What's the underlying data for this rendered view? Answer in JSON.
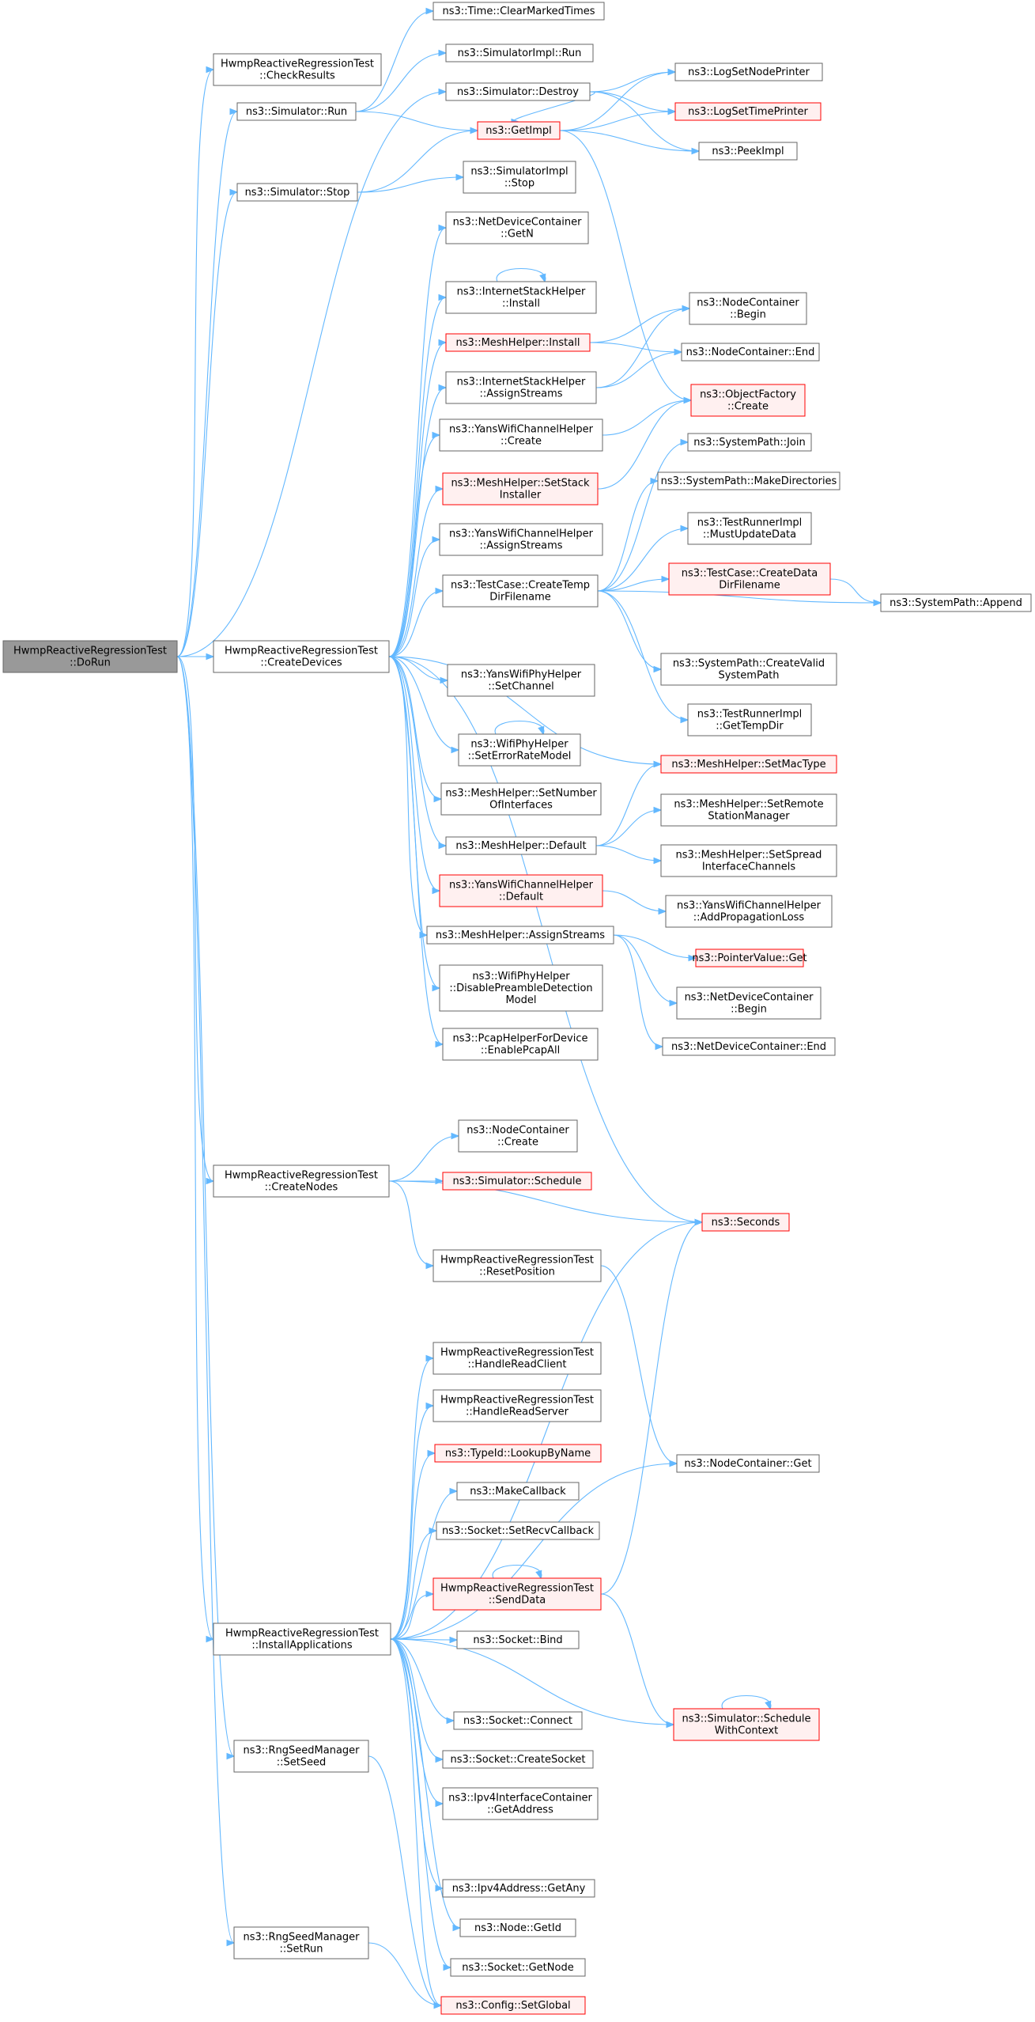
{
  "nodes": [
    {
      "id": "root",
      "lines": [
        "HwmpReactiveRegressionTest",
        "::DoRun"
      ],
      "style": "root"
    },
    {
      "id": "checkresults",
      "lines": [
        "HwmpReactiveRegressionTest",
        "::CheckResults"
      ],
      "style": "normal"
    },
    {
      "id": "simrun",
      "lines": [
        "ns3::Simulator::Run"
      ],
      "style": "normal"
    },
    {
      "id": "simstop",
      "lines": [
        "ns3::Simulator::Stop"
      ],
      "style": "normal"
    },
    {
      "id": "createdevices",
      "lines": [
        "HwmpReactiveRegressionTest",
        "::CreateDevices"
      ],
      "style": "normal"
    },
    {
      "id": "createnodes",
      "lines": [
        "HwmpReactiveRegressionTest",
        "::CreateNodes"
      ],
      "style": "normal"
    },
    {
      "id": "installapps",
      "lines": [
        "HwmpReactiveRegressionTest",
        "::InstallApplications"
      ],
      "style": "normal"
    },
    {
      "id": "setseed",
      "lines": [
        "ns3::RngSeedManager",
        "::SetSeed"
      ],
      "style": "normal"
    },
    {
      "id": "setrun",
      "lines": [
        "ns3::RngSeedManager",
        "::SetRun"
      ],
      "style": "normal"
    },
    {
      "id": "clearmarked",
      "lines": [
        "ns3::Time::ClearMarkedTimes"
      ],
      "style": "normal"
    },
    {
      "id": "simimplrun",
      "lines": [
        "ns3::SimulatorImpl::Run"
      ],
      "style": "normal"
    },
    {
      "id": "simdestroy",
      "lines": [
        "ns3::Simulator::Destroy"
      ],
      "style": "normal"
    },
    {
      "id": "getimpl",
      "lines": [
        "ns3::GetImpl"
      ],
      "style": "red"
    },
    {
      "id": "simimplstop",
      "lines": [
        "ns3::SimulatorImpl",
        "::Stop"
      ],
      "style": "normal"
    },
    {
      "id": "logsetnode",
      "lines": [
        "ns3::LogSetNodePrinter"
      ],
      "style": "normal"
    },
    {
      "id": "logsettime",
      "lines": [
        "ns3::LogSetTimePrinter"
      ],
      "style": "red"
    },
    {
      "id": "peekimpl",
      "lines": [
        "ns3::PeekImpl"
      ],
      "style": "normal"
    },
    {
      "id": "ndcgetn",
      "lines": [
        "ns3::NetDeviceContainer",
        "::GetN"
      ],
      "style": "normal"
    },
    {
      "id": "ishinstall",
      "lines": [
        "ns3::InternetStackHelper",
        "::Install"
      ],
      "style": "normal"
    },
    {
      "id": "meshinstall",
      "lines": [
        "ns3::MeshHelper::Install"
      ],
      "style": "red"
    },
    {
      "id": "ishassign",
      "lines": [
        "ns3::InternetStackHelper",
        "::AssignStreams"
      ],
      "style": "normal"
    },
    {
      "id": "ywchcreate",
      "lines": [
        "ns3::YansWifiChannelHelper",
        "::Create"
      ],
      "style": "normal"
    },
    {
      "id": "meshsetstack",
      "lines": [
        "ns3::MeshHelper::SetStack",
        "Installer"
      ],
      "style": "red"
    },
    {
      "id": "ywchassign",
      "lines": [
        "ns3::YansWifiChannelHelper",
        "::AssignStreams"
      ],
      "style": "normal"
    },
    {
      "id": "createtemp",
      "lines": [
        "ns3::TestCase::CreateTemp",
        "DirFilename"
      ],
      "style": "normal"
    },
    {
      "id": "ywphsetchannel",
      "lines": [
        "ns3::YansWifiPhyHelper",
        "::SetChannel"
      ],
      "style": "normal"
    },
    {
      "id": "wphseterror",
      "lines": [
        "ns3::WifiPhyHelper",
        "::SetErrorRateModel"
      ],
      "style": "normal"
    },
    {
      "id": "meshsetnumber",
      "lines": [
        "ns3::MeshHelper::SetNumber",
        "OfInterfaces"
      ],
      "style": "normal"
    },
    {
      "id": "meshdefault",
      "lines": [
        "ns3::MeshHelper::Default"
      ],
      "style": "normal"
    },
    {
      "id": "ywchdefault",
      "lines": [
        "ns3::YansWifiChannelHelper",
        "::Default"
      ],
      "style": "red"
    },
    {
      "id": "meshassign",
      "lines": [
        "ns3::MeshHelper::AssignStreams"
      ],
      "style": "normal"
    },
    {
      "id": "wphdisable",
      "lines": [
        "ns3::WifiPhyHelper",
        "::DisablePreambleDetection",
        "Model"
      ],
      "style": "normal"
    },
    {
      "id": "pcapenable",
      "lines": [
        "ns3::PcapHelperForDevice",
        "::EnablePcapAll"
      ],
      "style": "normal"
    },
    {
      "id": "ncbegin",
      "lines": [
        "ns3::NodeContainer",
        "::Begin"
      ],
      "style": "normal"
    },
    {
      "id": "ncend",
      "lines": [
        "ns3::NodeContainer::End"
      ],
      "style": "normal"
    },
    {
      "id": "objfactory",
      "lines": [
        "ns3::ObjectFactory",
        "::Create"
      ],
      "style": "red"
    },
    {
      "id": "spjoin",
      "lines": [
        "ns3::SystemPath::Join"
      ],
      "style": "normal"
    },
    {
      "id": "spmakedirs",
      "lines": [
        "ns3::SystemPath::MakeDirectories"
      ],
      "style": "normal"
    },
    {
      "id": "trmustupdate",
      "lines": [
        "ns3::TestRunnerImpl",
        "::MustUpdateData"
      ],
      "style": "normal"
    },
    {
      "id": "tccreatedata",
      "lines": [
        "ns3::TestCase::CreateData",
        "DirFilename"
      ],
      "style": "red"
    },
    {
      "id": "spappend",
      "lines": [
        "ns3::SystemPath::Append"
      ],
      "style": "normal"
    },
    {
      "id": "spcreatevalid",
      "lines": [
        "ns3::SystemPath::CreateValid",
        "SystemPath"
      ],
      "style": "normal"
    },
    {
      "id": "trgettemp",
      "lines": [
        "ns3::TestRunnerImpl",
        "::GetTempDir"
      ],
      "style": "normal"
    },
    {
      "id": "meshsetmac",
      "lines": [
        "ns3::MeshHelper::SetMacType"
      ],
      "style": "red"
    },
    {
      "id": "meshsetremote",
      "lines": [
        "ns3::MeshHelper::SetRemote",
        "StationManager"
      ],
      "style": "normal"
    },
    {
      "id": "meshsetspread",
      "lines": [
        "ns3::MeshHelper::SetSpread",
        "InterfaceChannels"
      ],
      "style": "normal"
    },
    {
      "id": "ywchaddprop",
      "lines": [
        "ns3::YansWifiChannelHelper",
        "::AddPropagationLoss"
      ],
      "style": "normal"
    },
    {
      "id": "pointerget",
      "lines": [
        "ns3::PointerValue::Get"
      ],
      "style": "red"
    },
    {
      "id": "ndcbegin",
      "lines": [
        "ns3::NetDeviceContainer",
        "::Begin"
      ],
      "style": "normal"
    },
    {
      "id": "ndcend",
      "lines": [
        "ns3::NetDeviceContainer::End"
      ],
      "style": "normal"
    },
    {
      "id": "nccreate",
      "lines": [
        "ns3::NodeContainer",
        "::Create"
      ],
      "style": "normal"
    },
    {
      "id": "simschedule",
      "lines": [
        "ns3::Simulator::Schedule"
      ],
      "style": "red"
    },
    {
      "id": "seconds",
      "lines": [
        "ns3::Seconds"
      ],
      "style": "red"
    },
    {
      "id": "resetposition",
      "lines": [
        "HwmpReactiveRegressionTest",
        "::ResetPosition"
      ],
      "style": "normal"
    },
    {
      "id": "handleclient",
      "lines": [
        "HwmpReactiveRegressionTest",
        "::HandleReadClient"
      ],
      "style": "normal"
    },
    {
      "id": "handleserver",
      "lines": [
        "HwmpReactiveRegressionTest",
        "::HandleReadServer"
      ],
      "style": "normal"
    },
    {
      "id": "lookupbyname",
      "lines": [
        "ns3::TypeId::LookupByName"
      ],
      "style": "red"
    },
    {
      "id": "makecallback",
      "lines": [
        "ns3::MakeCallback"
      ],
      "style": "normal"
    },
    {
      "id": "setrecv",
      "lines": [
        "ns3::Socket::SetRecvCallback"
      ],
      "style": "normal"
    },
    {
      "id": "senddata",
      "lines": [
        "HwmpReactiveRegressionTest",
        "::SendData"
      ],
      "style": "red"
    },
    {
      "id": "socketbind",
      "lines": [
        "ns3::Socket::Bind"
      ],
      "style": "normal"
    },
    {
      "id": "socketconnect",
      "lines": [
        "ns3::Socket::Connect"
      ],
      "style": "normal"
    },
    {
      "id": "socketcreate",
      "lines": [
        "ns3::Socket::CreateSocket"
      ],
      "style": "normal"
    },
    {
      "id": "ipv4getaddr",
      "lines": [
        "ns3::Ipv4InterfaceContainer",
        "::GetAddress"
      ],
      "style": "normal"
    },
    {
      "id": "ipv4getany",
      "lines": [
        "ns3::Ipv4Address::GetAny"
      ],
      "style": "normal"
    },
    {
      "id": "nodegetid",
      "lines": [
        "ns3::Node::GetId"
      ],
      "style": "normal"
    },
    {
      "id": "socketgetnode",
      "lines": [
        "ns3::Socket::GetNode"
      ],
      "style": "normal"
    },
    {
      "id": "ncget",
      "lines": [
        "ns3::NodeContainer::Get"
      ],
      "style": "normal"
    },
    {
      "id": "schedwithctx",
      "lines": [
        "ns3::Simulator::Schedule",
        "WithContext"
      ],
      "style": "red"
    },
    {
      "id": "configsetglobal",
      "lines": [
        "ns3::Config::SetGlobal"
      ],
      "style": "red"
    }
  ],
  "edges": [
    [
      "root",
      "checkresults"
    ],
    [
      "root",
      "simrun"
    ],
    [
      "root",
      "simdestroy"
    ],
    [
      "root",
      "simstop"
    ],
    [
      "root",
      "createdevices"
    ],
    [
      "root",
      "createnodes"
    ],
    [
      "root",
      "installapps"
    ],
    [
      "root",
      "setseed"
    ],
    [
      "root",
      "setrun"
    ],
    [
      "simrun",
      "clearmarked"
    ],
    [
      "simrun",
      "simimplrun"
    ],
    [
      "simrun",
      "getimpl"
    ],
    [
      "simdestroy",
      "logsetnode"
    ],
    [
      "simdestroy",
      "logsettime"
    ],
    [
      "simdestroy",
      "getimpl"
    ],
    [
      "simdestroy",
      "peekimpl"
    ],
    [
      "getimpl",
      "logsetnode"
    ],
    [
      "getimpl",
      "logsettime"
    ],
    [
      "getimpl",
      "peekimpl"
    ],
    [
      "getimpl",
      "objfactory"
    ],
    [
      "simstop",
      "getimpl"
    ],
    [
      "simstop",
      "simimplstop"
    ],
    [
      "createdevices",
      "ndcgetn"
    ],
    [
      "createdevices",
      "ishinstall"
    ],
    [
      "createdevices",
      "meshinstall"
    ],
    [
      "createdevices",
      "ishassign"
    ],
    [
      "createdevices",
      "ywchcreate"
    ],
    [
      "createdevices",
      "meshsetstack"
    ],
    [
      "createdevices",
      "ywchassign"
    ],
    [
      "createdevices",
      "createtemp"
    ],
    [
      "createdevices",
      "ywphsetchannel"
    ],
    [
      "createdevices",
      "wphseterror"
    ],
    [
      "createdevices",
      "meshsetnumber"
    ],
    [
      "createdevices",
      "meshdefault"
    ],
    [
      "createdevices",
      "ywchdefault"
    ],
    [
      "createdevices",
      "meshassign"
    ],
    [
      "createdevices",
      "wphdisable"
    ],
    [
      "createdevices",
      "pcapenable"
    ],
    [
      "createdevices",
      "meshsetmac"
    ],
    [
      "createdevices",
      "seconds"
    ],
    [
      "ishinstall",
      "ishinstall"
    ],
    [
      "wphseterror",
      "wphseterror"
    ],
    [
      "meshinstall",
      "ncbegin"
    ],
    [
      "meshinstall",
      "ncend"
    ],
    [
      "ishassign",
      "ncbegin"
    ],
    [
      "ishassign",
      "ncend"
    ],
    [
      "ywchcreate",
      "objfactory"
    ],
    [
      "meshsetstack",
      "objfactory"
    ],
    [
      "createtemp",
      "spjoin"
    ],
    [
      "createtemp",
      "spmakedirs"
    ],
    [
      "createtemp",
      "trmustupdate"
    ],
    [
      "createtemp",
      "tccreatedata"
    ],
    [
      "createtemp",
      "spappend"
    ],
    [
      "createtemp",
      "spcreatevalid"
    ],
    [
      "createtemp",
      "trgettemp"
    ],
    [
      "tccreatedata",
      "spappend"
    ],
    [
      "meshdefault",
      "meshsetmac"
    ],
    [
      "meshdefault",
      "meshsetremote"
    ],
    [
      "meshdefault",
      "meshsetspread"
    ],
    [
      "ywchdefault",
      "ywchaddprop"
    ],
    [
      "meshassign",
      "pointerget"
    ],
    [
      "meshassign",
      "ndcbegin"
    ],
    [
      "meshassign",
      "ndcend"
    ],
    [
      "createnodes",
      "nccreate"
    ],
    [
      "createnodes",
      "simschedule"
    ],
    [
      "createnodes",
      "seconds"
    ],
    [
      "createnodes",
      "resetposition"
    ],
    [
      "resetposition",
      "ncget"
    ],
    [
      "installapps",
      "seconds"
    ],
    [
      "installapps",
      "handleclient"
    ],
    [
      "installapps",
      "handleserver"
    ],
    [
      "installapps",
      "lookupbyname"
    ],
    [
      "installapps",
      "makecallback"
    ],
    [
      "installapps",
      "setrecv"
    ],
    [
      "installapps",
      "senddata"
    ],
    [
      "installapps",
      "socketbind"
    ],
    [
      "installapps",
      "ncget"
    ],
    [
      "installapps",
      "socketconnect"
    ],
    [
      "installapps",
      "socketcreate"
    ],
    [
      "installapps",
      "ipv4getaddr"
    ],
    [
      "installapps",
      "schedwithctx"
    ],
    [
      "installapps",
      "ipv4getany"
    ],
    [
      "installapps",
      "nodegetid"
    ],
    [
      "installapps",
      "socketgetnode"
    ],
    [
      "installapps",
      "configsetglobal"
    ],
    [
      "senddata",
      "senddata"
    ],
    [
      "senddata",
      "seconds"
    ],
    [
      "senddata",
      "schedwithctx"
    ],
    [
      "schedwithctx",
      "schedwithctx"
    ],
    [
      "setseed",
      "configsetglobal"
    ],
    [
      "setrun",
      "configsetglobal"
    ]
  ]
}
